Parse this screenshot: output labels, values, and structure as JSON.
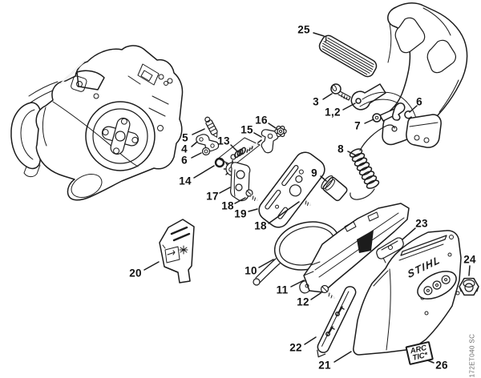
{
  "diagram": {
    "drawing_code": "172ET040 SC",
    "cover_logo": "STIHL",
    "arctic_label": {
      "line1": "ARC",
      "line2": "TIC*"
    },
    "colors": {
      "line_art": "#1c1c1c",
      "background": "#ffffff",
      "code_text": "#6b6b6b"
    },
    "callouts": [
      {
        "label": "25"
      },
      {
        "label": "3"
      },
      {
        "label": "1,2"
      },
      {
        "label": "7"
      },
      {
        "label": "6"
      },
      {
        "label": "8"
      },
      {
        "label": "9"
      },
      {
        "label": "5"
      },
      {
        "label": "4"
      },
      {
        "label": "6"
      },
      {
        "label": "13"
      },
      {
        "label": "14"
      },
      {
        "label": "15"
      },
      {
        "label": "16"
      },
      {
        "label": "17"
      },
      {
        "label": "18"
      },
      {
        "label": "19"
      },
      {
        "label": "18"
      },
      {
        "label": "20"
      },
      {
        "label": "10"
      },
      {
        "label": "11"
      },
      {
        "label": "12"
      },
      {
        "label": "23"
      },
      {
        "label": "24"
      },
      {
        "label": "22"
      },
      {
        "label": "21"
      },
      {
        "label": "26"
      }
    ]
  }
}
